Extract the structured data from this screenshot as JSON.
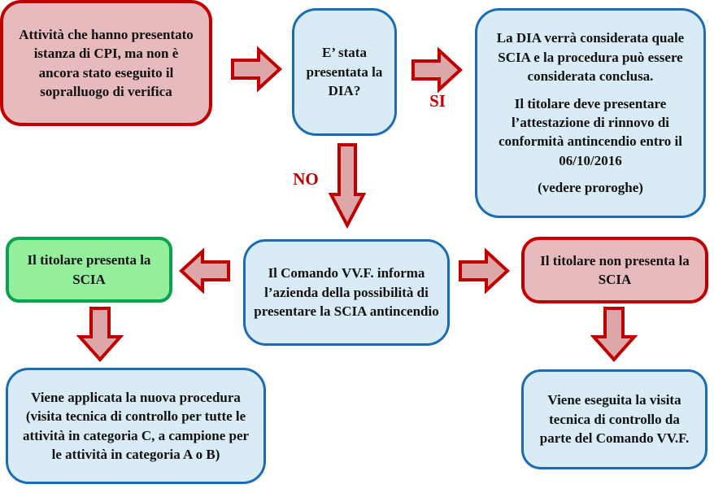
{
  "diagram": {
    "type": "flowchart",
    "language": "it",
    "topic": "Procedura antincendio DIA / SCIA"
  },
  "colors": {
    "pink_fill": "#e7babd",
    "red_border": "#c00000",
    "blue_fill": "#d9ecf6",
    "blue_border": "#1a6cb4",
    "green_fill": "#94ef9c",
    "green_border": "#09a24e",
    "arrow_fill": "#dda6a9",
    "arrow_border": "#c00000",
    "branch_label_color": "#c00000",
    "text_color": "#111111",
    "background": "#ffffff"
  },
  "nodes": {
    "start": {
      "text": "Attività che hanno presentato istanza di CPI, ma non è ancora stato eseguito il sopralluogo di verifica",
      "style": "pink"
    },
    "question": {
      "text": "E’ stata presentata la DIA?",
      "style": "blue"
    },
    "yes_outcome": {
      "paragraphs": [
        "La DIA verrà considerata quale SCIA e la procedura può essere considerata conclusa.",
        "Il titolare deve presentare l’attestazione di rinnovo di conformità antincendio entro il 06/10/2016",
        "(vedere proroghe)"
      ],
      "style": "blue"
    },
    "inform": {
      "text": "Il Comando VV.F. informa l’azienda della possibilità di presentare la SCIA antincendio",
      "style": "blue"
    },
    "presents": {
      "text": "Il titolare presenta la SCIA",
      "style": "green"
    },
    "not_presents": {
      "text": "Il titolare non presenta la SCIA",
      "style": "pink"
    },
    "new_procedure": {
      "text": "Viene applicata la nuova procedura (visita tecnica di controllo per tutte le attività in categoria C, a campione per le attività in categoria A o B)",
      "style": "blue"
    },
    "visit": {
      "text": "Viene eseguita la visita tecnica di controllo da parte del Comando VV.F.",
      "style": "blue"
    }
  },
  "labels": {
    "yes": "SI",
    "no": "NO"
  }
}
